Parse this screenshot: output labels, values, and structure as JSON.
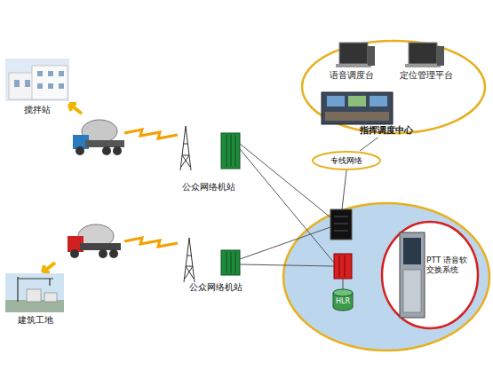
{
  "diagram": {
    "nodes": [
      {
        "text": [
          "搅拌站"
        ]
      },
      {
        "text": [
          "建筑工地"
        ]
      },
      {
        "text": [
          "公众网络机站"
        ]
      },
      {
        "text": [
          "公众网络机站"
        ]
      },
      {
        "text": [
          "语音调度台"
        ]
      },
      {
        "text": [
          "定位管理平台"
        ]
      },
      {
        "text": [
          "指挥调度中心"
        ]
      },
      {
        "text": [
          "专线网络"
        ]
      },
      {
        "text": [
          "HLR"
        ]
      },
      {
        "text": [
          "PTT 语音软交换系统"
        ]
      }
    ],
    "edges": [
      {
        "from": 6,
        "to": 7,
        "arrow": "none"
      }
    ]
  }
}
